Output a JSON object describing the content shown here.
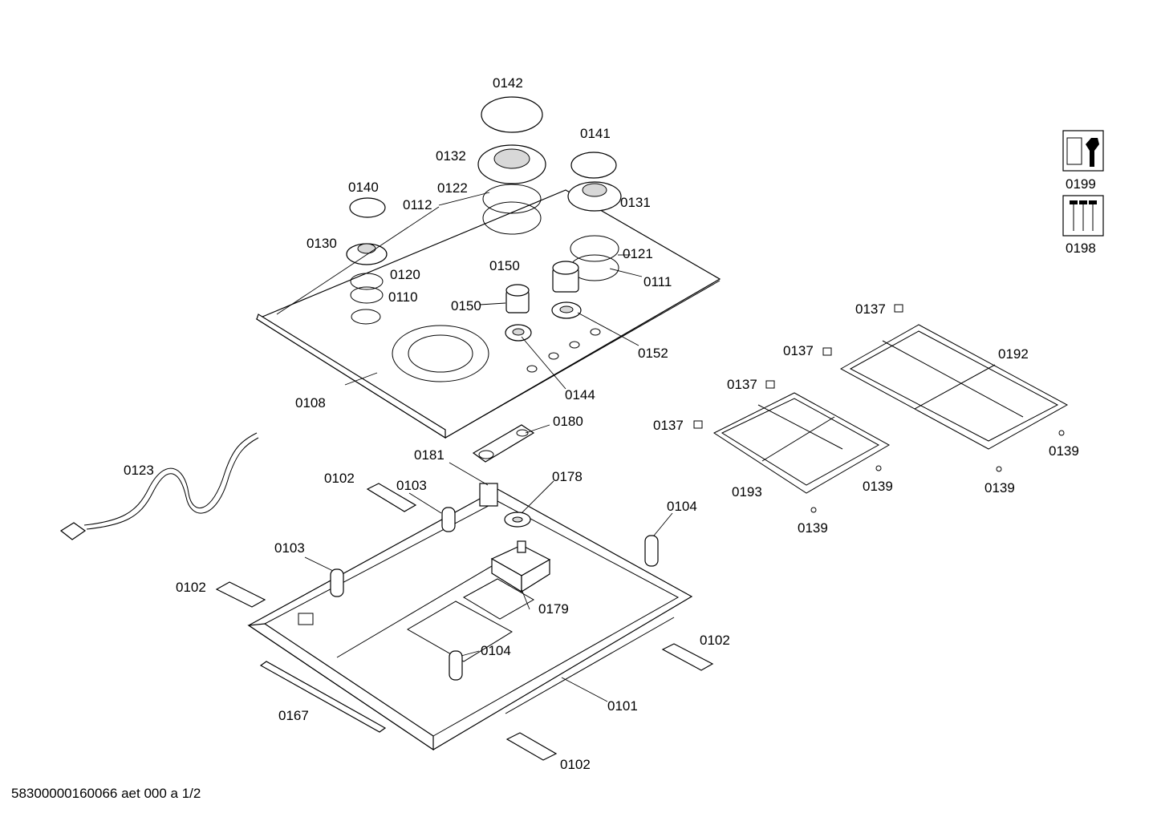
{
  "diagram": {
    "labels": {
      "p0142": "0142",
      "p0141": "0141",
      "p0132": "0132",
      "p0122": "0122",
      "p0112": "0112",
      "p0140": "0140",
      "p0131": "0131",
      "p0130": "0130",
      "p0120": "0120",
      "p0110": "0110",
      "p0121": "0121",
      "p0111": "0111",
      "p0150a": "0150",
      "p0150b": "0150",
      "p0152": "0152",
      "p0144": "0144",
      "p0108": "0108",
      "p0180": "0180",
      "p0181": "0181",
      "p0178": "0178",
      "p0123": "0123",
      "p0102a": "0102",
      "p0103a": "0103",
      "p0104a": "0104",
      "p0103b": "0103",
      "p0102b": "0102",
      "p0179": "0179",
      "p0104b": "0104",
      "p0102c": "0102",
      "p0167": "0167",
      "p0101": "0101",
      "p0102d": "0102",
      "p0137a": "0137",
      "p0137b": "0137",
      "p0137c": "0137",
      "p0137d": "0137",
      "p0192": "0192",
      "p0193": "0193",
      "p0139a": "0139",
      "p0139b": "0139",
      "p0139c": "0139",
      "p0139d": "0139",
      "p0199": "0199",
      "p0198": "0198"
    },
    "icons": [
      "wrench-icon",
      "screws-icon"
    ]
  },
  "footer": {
    "doc_code": "58300000160066 aet 000 a 1/2"
  }
}
